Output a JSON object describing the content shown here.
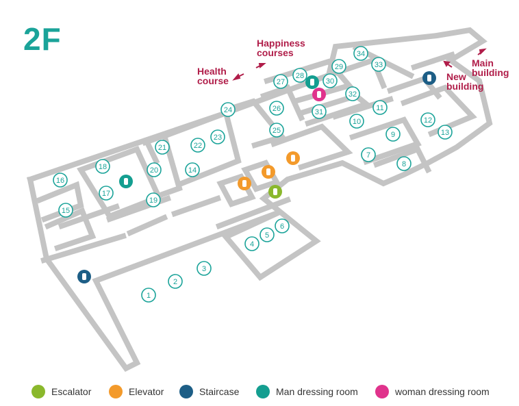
{
  "floor_label": "2F",
  "courses": {
    "health": {
      "line1": "Health",
      "line2": "course"
    },
    "happiness": {
      "line1": "Happiness",
      "line2": "courses"
    },
    "new_building": {
      "line1": "New",
      "line2": "building"
    },
    "main_building": {
      "line1": "Main",
      "line2": "building"
    }
  },
  "rooms": [
    "1",
    "2",
    "3",
    "4",
    "5",
    "6",
    "7",
    "8",
    "9",
    "10",
    "11",
    "12",
    "13",
    "14",
    "15",
    "16",
    "17",
    "18",
    "19",
    "20",
    "21",
    "22",
    "23",
    "24",
    "25",
    "26",
    "27",
    "28",
    "29",
    "30",
    "31",
    "32",
    "33",
    "34"
  ],
  "legend": [
    {
      "key": "escalator",
      "label": "Escalator",
      "color": "#8ab82c"
    },
    {
      "key": "elevator",
      "label": "Elevator",
      "color": "#f39a2b"
    },
    {
      "key": "staircase",
      "label": "Staircase",
      "color": "#1d5e86"
    },
    {
      "key": "man",
      "label": "Man dressing room",
      "color": "#149e90"
    },
    {
      "key": "woman",
      "label": "woman dressing room",
      "color": "#e0338c"
    }
  ],
  "colors": {
    "teal": "#1aa399",
    "accent": "#b01d49",
    "wall": "#c8c8c8",
    "wall_edge": "#a9a9a9"
  }
}
